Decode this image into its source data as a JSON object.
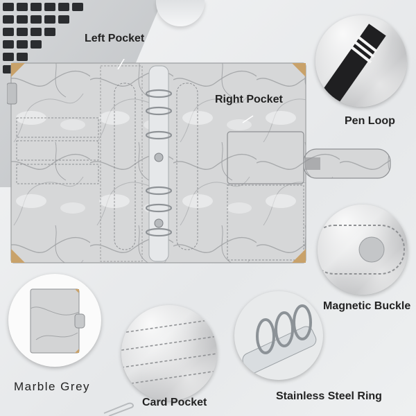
{
  "callouts": {
    "left_pocket": "Left Pocket",
    "right_pocket": "Right Pocket",
    "pen_loop": "Pen Loop",
    "magnetic_buckle": "Magnetic Buckle",
    "marble_grey": "Marble Grey",
    "card_pocket": "Card Pocket",
    "stainless_steel_ring": "Stainless Steel Ring"
  },
  "colors": {
    "marble_base": "#d4d5d6",
    "marble_vein": "#a7a9ab",
    "corner_gold": "#c9a26a",
    "ring_silver": "#d9dde0",
    "laptop_dark": "#2b2d30"
  }
}
